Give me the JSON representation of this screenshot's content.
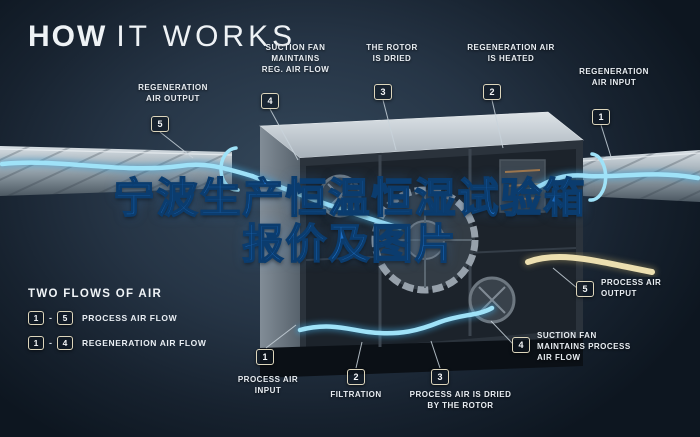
{
  "title": {
    "bold": "HOW",
    "light": "IT WORKS"
  },
  "watermark": {
    "line1": "宁波生产恒温恒湿试验箱",
    "line2": "报价及图片"
  },
  "callouts": {
    "regen_output": {
      "num": "5",
      "label": "REGENERATION\nAIR OUTPUT"
    },
    "suction_reg": {
      "num": "4",
      "label": "SUCTION FAN\nMAINTAINS\nREG. AIR FLOW"
    },
    "rotor_dried": {
      "num": "3",
      "label": "THE ROTOR\nIS DRIED"
    },
    "regen_heated": {
      "num": "2",
      "label": "REGENERATION AIR\nIS HEATED"
    },
    "regen_input": {
      "num": "1",
      "label": "REGENERATION\nAIR INPUT"
    },
    "process_output": {
      "num": "5",
      "label": "PROCESS AIR\nOUTPUT"
    },
    "suction_process": {
      "num": "4",
      "label": "SUCTION FAN\nMAINTAINS PROCESS\nAIR FLOW"
    },
    "process_dried": {
      "num": "3",
      "label": "PROCESS AIR IS DRIED\nBY THE ROTOR"
    },
    "filtration": {
      "num": "2",
      "label": "FILTRATION"
    },
    "process_input": {
      "num": "1",
      "label": "PROCESS AIR\nINPUT"
    }
  },
  "legend": {
    "heading": "TWO FLOWS OF AIR",
    "rows": [
      {
        "from": "1",
        "sep": "-",
        "to": "5",
        "label": "PROCESS AIR FLOW"
      },
      {
        "from": "1",
        "sep": "-",
        "to": "4",
        "label": "REGENERATION AIR FLOW"
      }
    ]
  },
  "colors": {
    "background": "#1d2a38",
    "airflow_blue": "#9fe2f8",
    "airflow_cream": "#ecdfb0",
    "watermark_blue": "#1c6cc2",
    "badge_border": "#ddd6bc"
  }
}
